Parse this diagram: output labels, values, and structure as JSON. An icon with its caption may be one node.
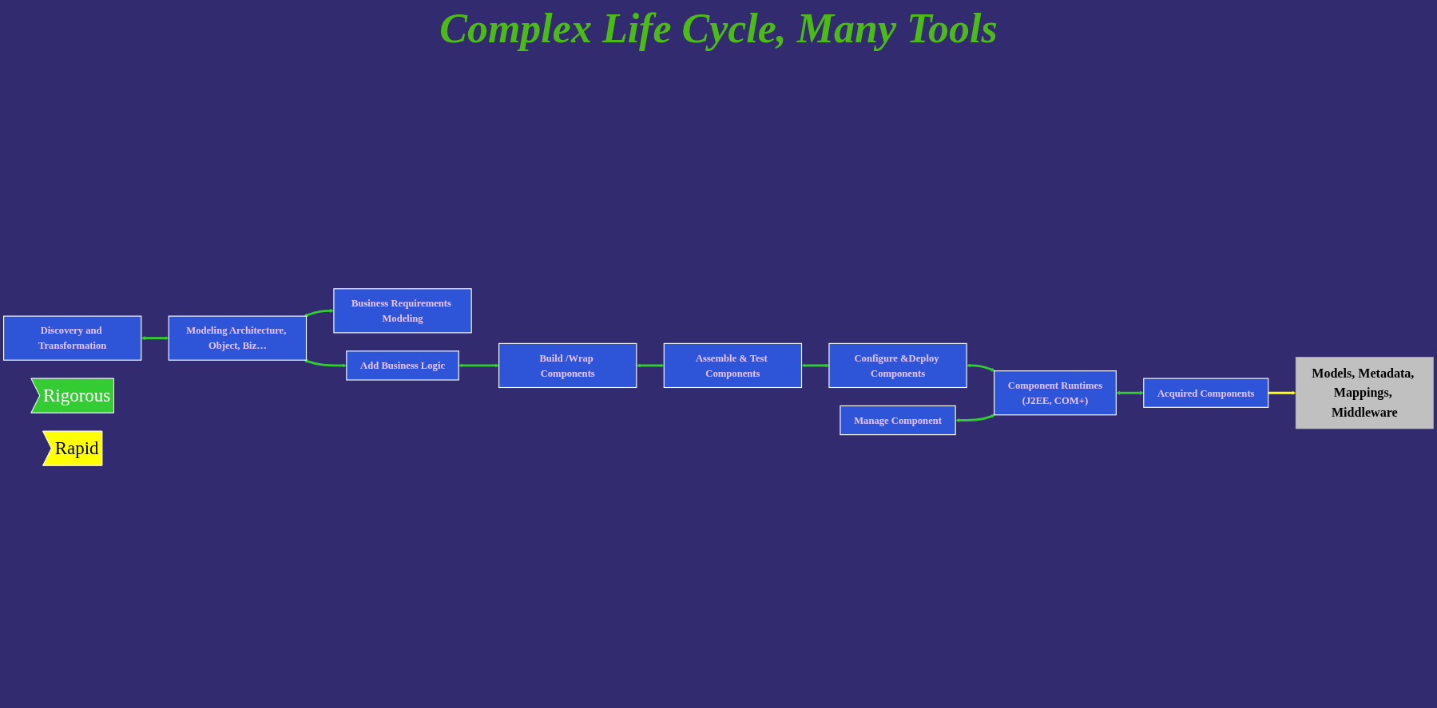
{
  "diagram": {
    "title": "Complex Life Cycle, Many Tools",
    "nodes": [
      {
        "text": [
          "Discovery and Transformation"
        ]
      },
      {
        "text": [
          "Modeling Architecture, Object, Biz…"
        ]
      },
      {
        "text": [
          "Business Requirements Modeling"
        ]
      },
      {
        "text": [
          "Add Business Logic"
        ]
      },
      {
        "text": [
          "Build /Wrap Components"
        ]
      },
      {
        "text": [
          "Assemble & Test Components"
        ]
      },
      {
        "text": [
          "Configure &Deploy Components"
        ]
      },
      {
        "text": [
          "Component Runtimes",
          "(J2EE, COM+)"
        ]
      },
      {
        "text": [
          "Manage Component"
        ]
      },
      {
        "text": [
          "Acquired Components"
        ]
      },
      {
        "text": [
          "Models, Metadata, Mappings, Middleware"
        ]
      },
      {
        "text": [
          "Rigorous"
        ]
      },
      {
        "text": [
          "Rapid"
        ]
      }
    ],
    "edges": [
      {
        "from": 0,
        "to": 1,
        "arrow": "both"
      },
      {
        "from": 1,
        "to": 2,
        "arrow": "both"
      },
      {
        "from": 1,
        "to": 3,
        "arrow": "both"
      },
      {
        "from": 3,
        "to": 4,
        "arrow": "both"
      },
      {
        "from": 4,
        "to": 5,
        "arrow": "both"
      },
      {
        "from": 5,
        "to": 6,
        "arrow": "both"
      },
      {
        "from": 6,
        "to": 7,
        "arrow": "both"
      },
      {
        "from": 8,
        "to": 7,
        "arrow": "both"
      },
      {
        "from": 7,
        "to": 9,
        "arrow": "both"
      },
      {
        "from": 9,
        "to": 10,
        "arrow": "to",
        "color": "#ffff00"
      }
    ]
  }
}
